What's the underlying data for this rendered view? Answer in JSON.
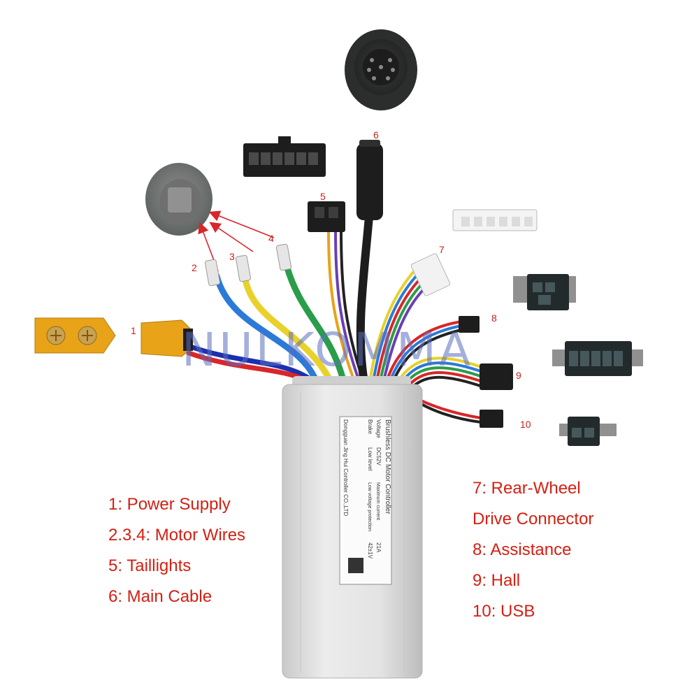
{
  "watermark": "NULKOMMA",
  "callout_numbers": [
    "1",
    "2",
    "3",
    "4",
    "5",
    "6",
    "7",
    "8",
    "9",
    "10"
  ],
  "legend_left": [
    "1:  Power Supply",
    "2.3.4:   Motor Wires",
    "5:  Taillights",
    "6:  Main Cable"
  ],
  "legend_right": [
    "7:  Rear-Wheel",
    "Drive Connector",
    "8:  Assistance",
    "9:  Hall",
    "10:  USB"
  ],
  "label_plate": {
    "title": "Brushless DC Motor Controller",
    "voltage_label": "Voltage",
    "voltage_value": "DC52V",
    "current_label": "Maximum current",
    "current_value": "21A",
    "brake_label": "Brake",
    "brake_value": "Low level",
    "phase_label": "Low voltage protection",
    "phase_value": "42±1V",
    "maker": "Dongguan Jing Hui Controller CO.,LTD"
  },
  "colors": {
    "label_red": "#d41f12",
    "housing": "#dcdcdc",
    "plug_yellow": "#e8a319",
    "arrow_red": "#d8262a",
    "connector_dark": "#2b2b2b"
  }
}
